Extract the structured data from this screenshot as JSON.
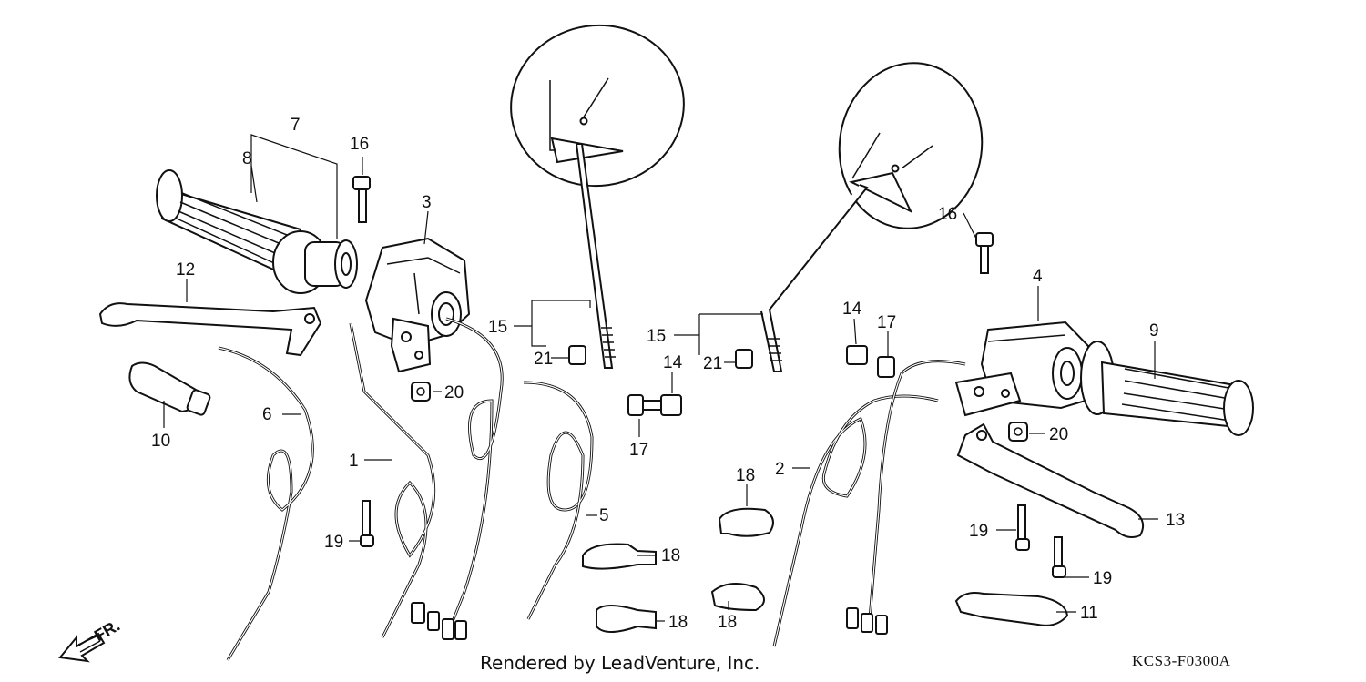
{
  "diagram": {
    "callouts": [
      {
        "id": "c7",
        "label": "7"
      },
      {
        "id": "c8",
        "label": "8"
      },
      {
        "id": "c16a",
        "label": "16"
      },
      {
        "id": "c3",
        "label": "3"
      },
      {
        "id": "c12",
        "label": "12"
      },
      {
        "id": "c10",
        "label": "10"
      },
      {
        "id": "c6",
        "label": "6"
      },
      {
        "id": "c1",
        "label": "1"
      },
      {
        "id": "c20a",
        "label": "20"
      },
      {
        "id": "c19a",
        "label": "19"
      },
      {
        "id": "c15a",
        "label": "15"
      },
      {
        "id": "c21a",
        "label": "21"
      },
      {
        "id": "c14a",
        "label": "14"
      },
      {
        "id": "c17a",
        "label": "17"
      },
      {
        "id": "c5",
        "label": "5"
      },
      {
        "id": "c18a",
        "label": "18"
      },
      {
        "id": "c18b",
        "label": "18"
      },
      {
        "id": "c15b",
        "label": "15"
      },
      {
        "id": "c21b",
        "label": "21"
      },
      {
        "id": "c14b",
        "label": "14"
      },
      {
        "id": "c17b",
        "label": "17"
      },
      {
        "id": "c16b",
        "label": "16"
      },
      {
        "id": "c4",
        "label": "4"
      },
      {
        "id": "c9",
        "label": "9"
      },
      {
        "id": "c20b",
        "label": "20"
      },
      {
        "id": "c2",
        "label": "2"
      },
      {
        "id": "c18c",
        "label": "18"
      },
      {
        "id": "c18d",
        "label": "18"
      },
      {
        "id": "c13",
        "label": "13"
      },
      {
        "id": "c19b",
        "label": "19"
      },
      {
        "id": "c19c",
        "label": "19"
      },
      {
        "id": "c11",
        "label": "11"
      }
    ],
    "direction_label": "FR.",
    "credit": "Rendered by LeadVenture, Inc.",
    "diagram_code": "KCS3-F0300A"
  }
}
